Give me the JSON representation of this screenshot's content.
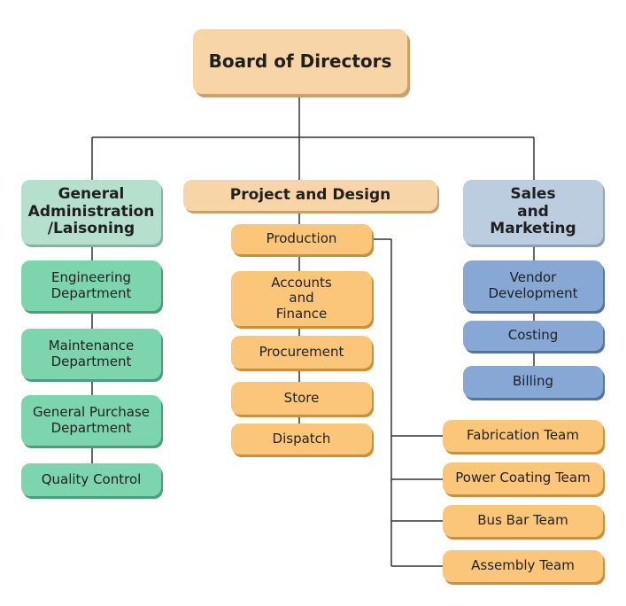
{
  "board": {
    "label": "Board of Directors"
  },
  "columns": {
    "admin": {
      "label": "General\nAdministration\n/Laisoning",
      "items": [
        "Engineering\nDepartment",
        "Maintenance\nDepartment",
        "General Purchase\nDepartment",
        "Quality Control"
      ]
    },
    "project": {
      "label": "Project and Design",
      "items": [
        "Production",
        "Accounts\nand\nFinance",
        "Procurement",
        "Store",
        "Dispatch"
      ]
    },
    "sales": {
      "label": "Sales\nand\nMarketing",
      "items": [
        "Vendor\nDevelopment",
        "Costing",
        "Billing"
      ]
    }
  },
  "teams": [
    "Fabrication Team",
    "Power Coating Team",
    "Bus Bar Team",
    "Assembly Team"
  ],
  "colors": {
    "board": "#f8d5a7",
    "admin_header": "#b4e0cd",
    "admin_items": "#7dd5ae",
    "project_header": "#f8d5a7",
    "project_items": "#fbc679",
    "sales_header": "#bccde0",
    "sales_items": "#87a8d4",
    "connector": "#333333"
  }
}
